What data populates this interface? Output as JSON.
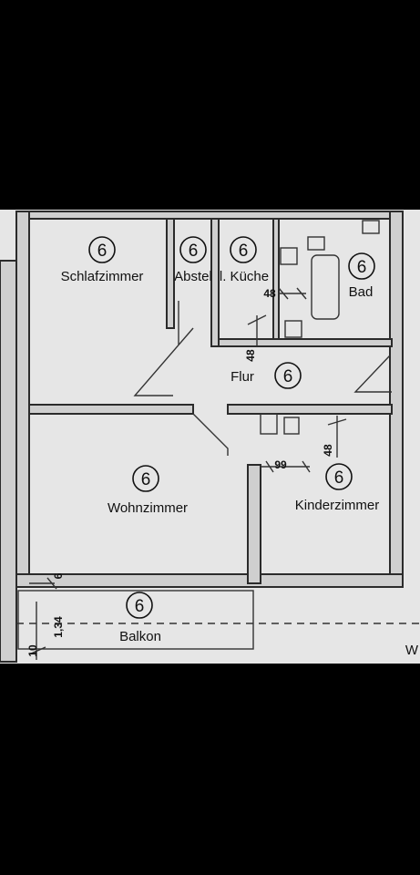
{
  "rooms": [
    {
      "key": "schlafzimmer",
      "label": "Schlafzimmer",
      "number": "6"
    },
    {
      "key": "abstell",
      "label": "Abstel",
      "number": "6"
    },
    {
      "key": "kueche",
      "label": "l. Küche",
      "number": "6"
    },
    {
      "key": "bad",
      "label": "Bad",
      "number": "6"
    },
    {
      "key": "flur",
      "label": "Flur",
      "number": "6"
    },
    {
      "key": "wohnzimmer",
      "label": "Wohnzimmer",
      "number": "6"
    },
    {
      "key": "kinderzimmer",
      "label": "Kinderzimmer",
      "number": "6"
    },
    {
      "key": "balkon",
      "label": "Balkon",
      "number": "6"
    }
  ],
  "dimensions": {
    "kitchen_width": "48",
    "kitchen_depth": "48",
    "kinder_width": "99",
    "kinder_depth": "48",
    "balkon_depth": "1,34",
    "balkon_wall": "6",
    "edge_mark": "10",
    "edge_letter": "W"
  },
  "colors": {
    "background": "#000000",
    "paper": "#e6e6e6",
    "wall_fill": "#cfcfcf",
    "line": "#2b2b2b"
  }
}
